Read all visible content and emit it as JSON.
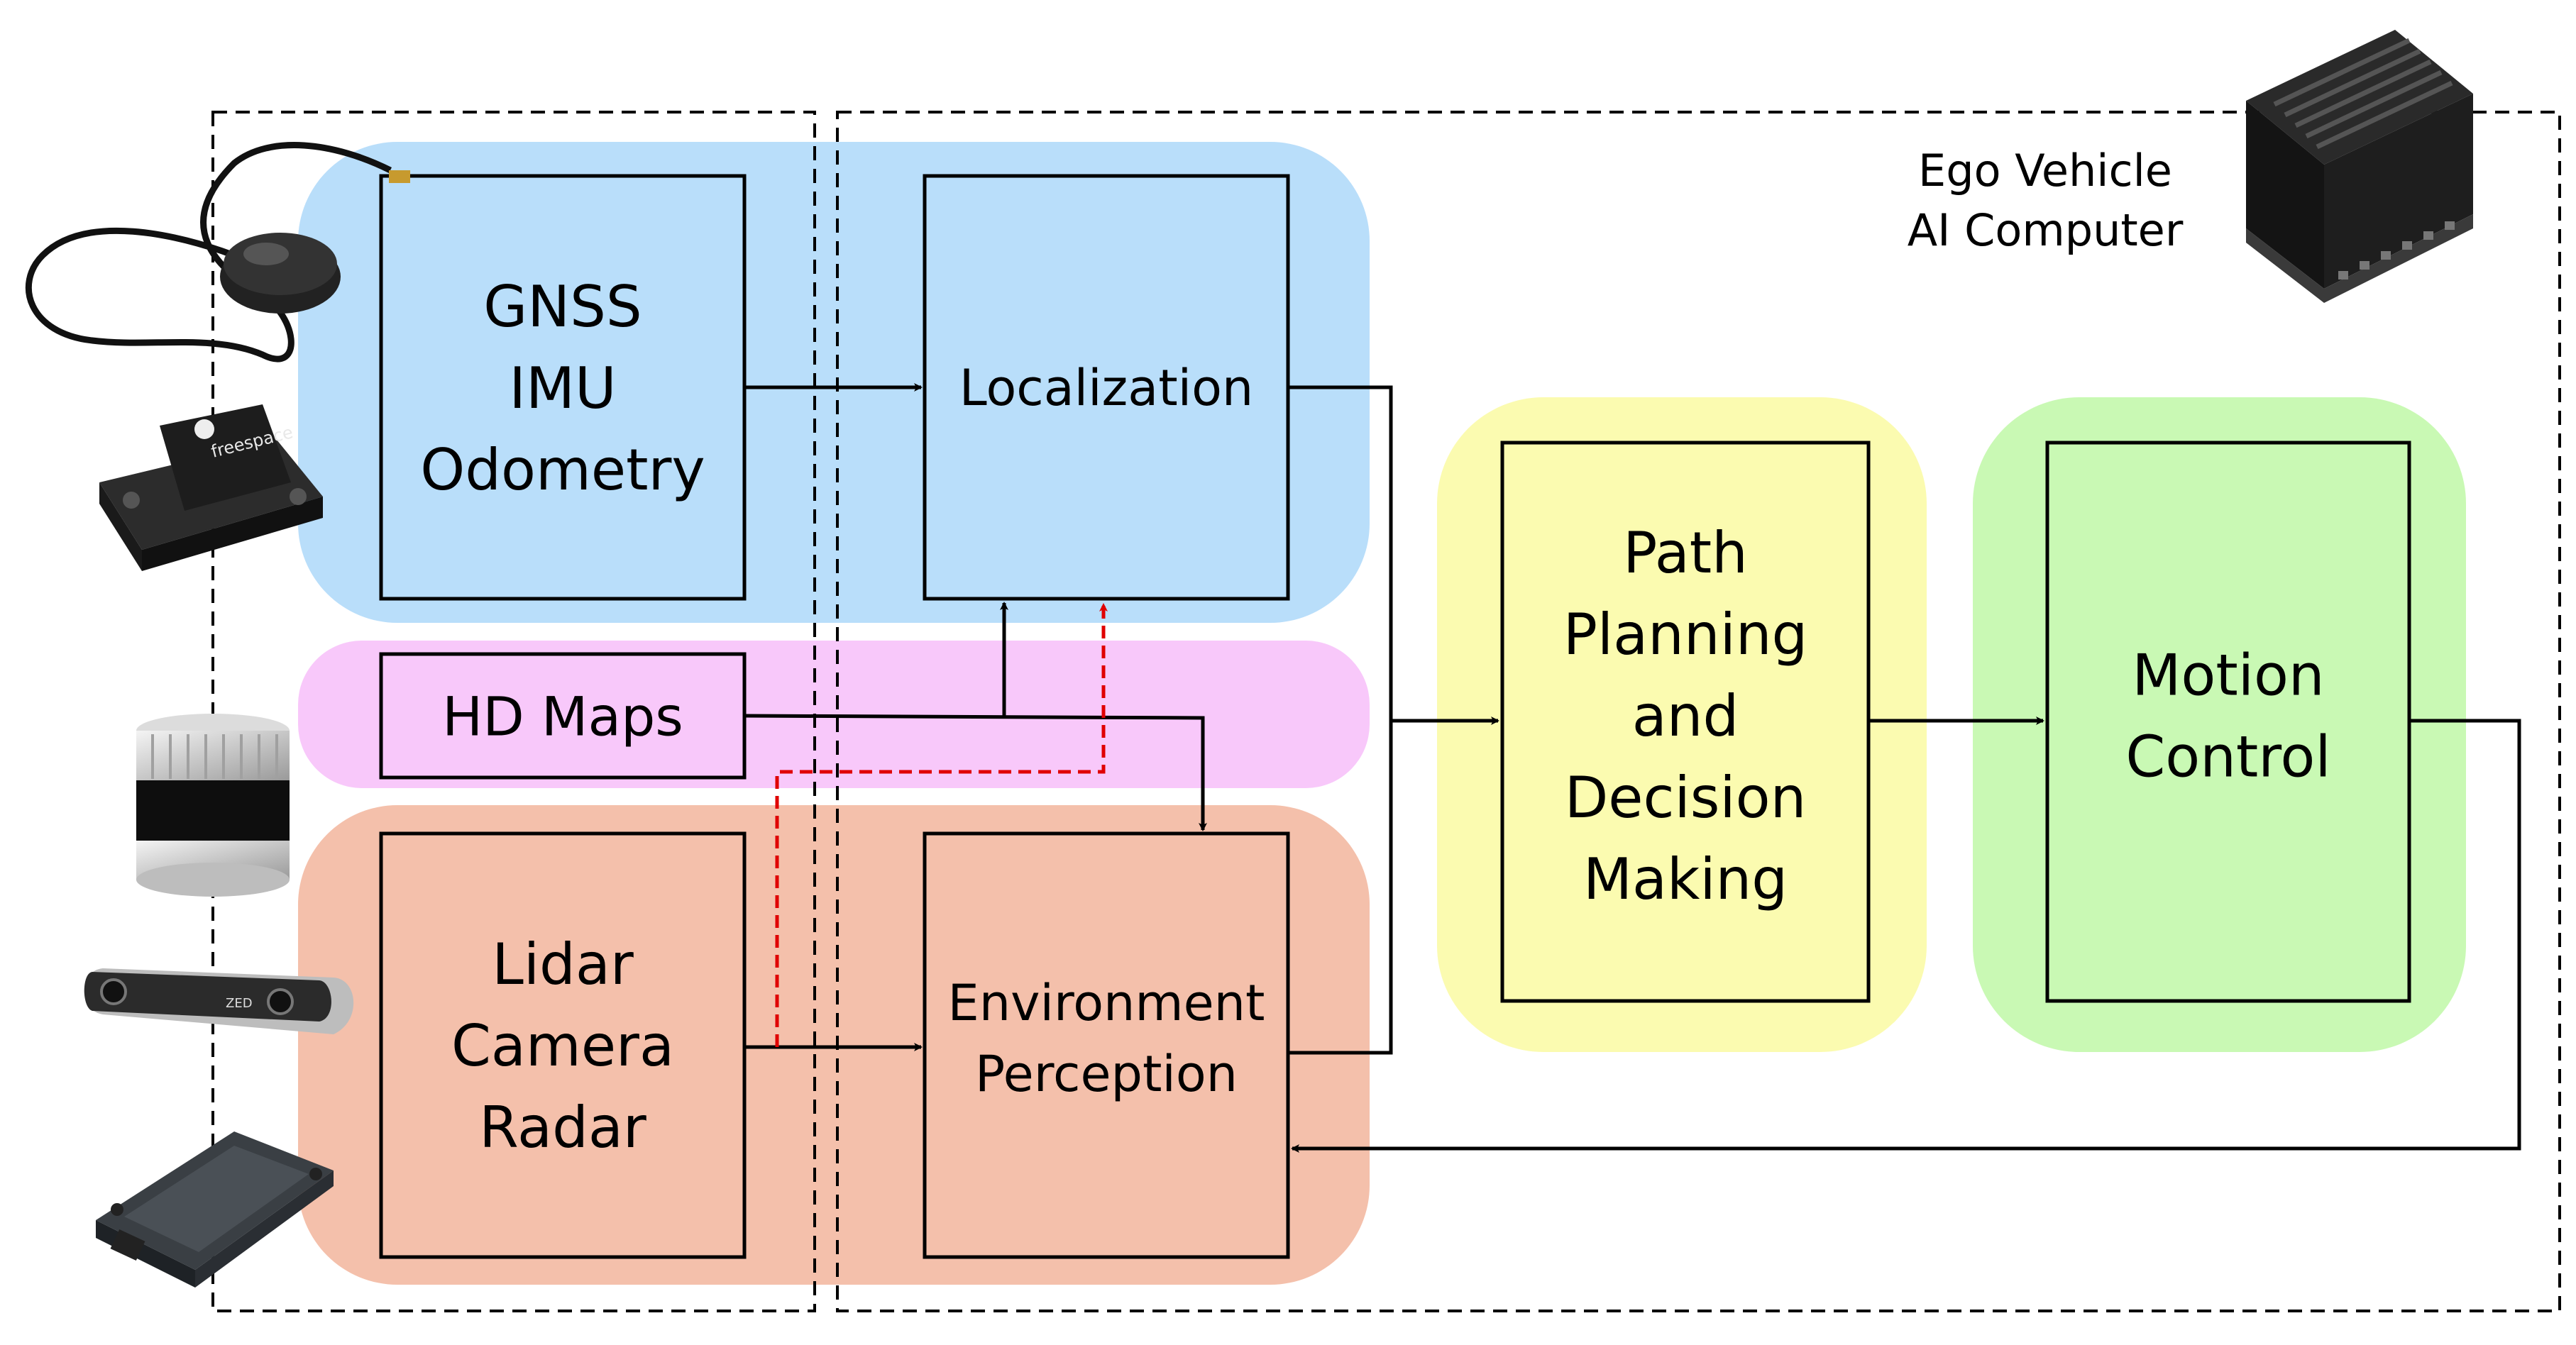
{
  "colors": {
    "localization_zone": "#b9defa",
    "maps_zone": "#f8c8fa",
    "perception_zone": "#f4c0ab",
    "planning_zone": "#fbfbb0",
    "control_zone": "#c9f9b4",
    "box_localization": "#b9defa",
    "box_perception": "#f4c0ab",
    "box_planning": "#fbfbb0",
    "box_control": "#c9f9b4",
    "virtual_link": "#e00000"
  },
  "computer": {
    "line1": "Ego Vehicle",
    "line2": "AI Computer",
    "icon": "nvidia-ai-computer-icon"
  },
  "blocks": {
    "gnss": [
      "GNSS",
      "IMU",
      "Odometry"
    ],
    "localization": [
      "Localization"
    ],
    "hdmaps": [
      "HD Maps"
    ],
    "sensors": [
      "Lidar",
      "Camera",
      "Radar"
    ],
    "perception": [
      "Environment",
      "Perception"
    ],
    "planning": [
      "Path",
      "Planning",
      "and",
      "Decision",
      "Making"
    ],
    "control": [
      "Motion",
      "Control"
    ]
  },
  "devices": [
    {
      "name": "gnss-antenna-icon"
    },
    {
      "name": "imu-sensor-icon",
      "label": "freespace"
    },
    {
      "name": "lidar-icon"
    },
    {
      "name": "stereo-camera-icon",
      "label": "ZED"
    },
    {
      "name": "radar-icon"
    }
  ]
}
